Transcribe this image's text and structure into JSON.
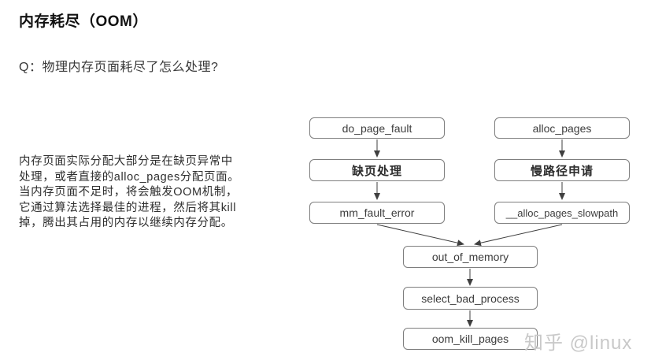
{
  "page": {
    "title": "内存耗尽（OOM）",
    "question": "Q：物理内存页面耗尽了怎么处理?"
  },
  "intro": {
    "lines": [
      "内存页面实际分配大部分是在缺页异常中",
      "处理，或者直接的alloc_pages分配页面。",
      "当内存页面不足时，将会触发OOM机制，",
      "它通过算法选择最佳的进程，然后将其kill",
      "掉，腾出其占用的内存以继续内存分配。"
    ]
  },
  "flowchart": {
    "nodes": {
      "do_page_fault": {
        "label": "do_page_fault"
      },
      "fault_handle": {
        "label": "缺页处理"
      },
      "mm_fault_error": {
        "label": "mm_fault_error"
      },
      "alloc_pages": {
        "label": "alloc_pages"
      },
      "slow_path": {
        "label": "慢路径申请"
      },
      "alloc_pages_slowpath": {
        "label": "__alloc_pages_slowpath"
      },
      "out_of_memory": {
        "label": "out_of_memory"
      },
      "select_bad_process": {
        "label": "select_bad_process"
      },
      "oom_kill_pages": {
        "label": "oom_kill_pages"
      }
    },
    "edges": [
      {
        "from": "do_page_fault",
        "to": "fault_handle"
      },
      {
        "from": "fault_handle",
        "to": "mm_fault_error"
      },
      {
        "from": "alloc_pages",
        "to": "slow_path"
      },
      {
        "from": "slow_path",
        "to": "alloc_pages_slowpath"
      },
      {
        "from": "mm_fault_error",
        "to": "out_of_memory"
      },
      {
        "from": "alloc_pages_slowpath",
        "to": "out_of_memory"
      },
      {
        "from": "out_of_memory",
        "to": "select_bad_process"
      },
      {
        "from": "select_bad_process",
        "to": "oom_kill_pages"
      }
    ]
  },
  "watermark": {
    "text": "知乎 @linux"
  },
  "colors": {
    "node_border": "#7e7e7e",
    "arrow": "#3f3f3f",
    "watermark": "#c9c9c9",
    "text": "#2f2f2f"
  }
}
